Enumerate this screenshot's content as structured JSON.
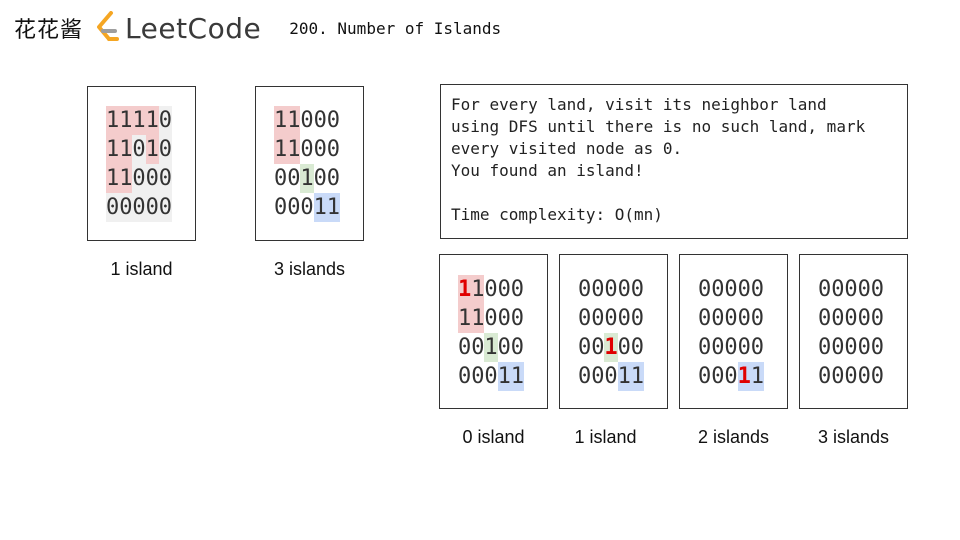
{
  "header": {
    "author": "花花酱",
    "logo_text": "LeetCode",
    "problem_title": "200. Number of Islands"
  },
  "explanation": [
    "For every land, visit its neighbor land",
    "using DFS until there is no such land, mark",
    "every visited node as 0.",
    "You found an island!",
    "",
    "Time complexity: O(mn)"
  ],
  "colors": {
    "island_1": "#f4cccc",
    "island_2": "#d9ead3",
    "island_3": "#c9daf8",
    "water_background": "#f0f0f0",
    "current_cell": "#e00000"
  },
  "examples": [
    {
      "caption": "1 island",
      "rows": [
        "11110",
        "11010",
        "11000",
        "00000"
      ],
      "shade": [
        [
          "red",
          "red",
          "red",
          "red",
          "gray"
        ],
        [
          "red",
          "red",
          "gray",
          "red",
          "gray"
        ],
        [
          "red",
          "red",
          "gray",
          "gray",
          "gray"
        ],
        [
          "gray",
          "gray",
          "gray",
          "gray",
          "gray"
        ]
      ],
      "highlight": []
    },
    {
      "caption": "3 islands",
      "rows": [
        "11000",
        "11000",
        "00100",
        "00011"
      ],
      "shade": [
        [
          "red",
          "red",
          "",
          "",
          ""
        ],
        [
          "red",
          "red",
          "",
          "",
          ""
        ],
        [
          "",
          "",
          "green",
          "",
          ""
        ],
        [
          "",
          "",
          "",
          "blue",
          "blue"
        ]
      ],
      "highlight": []
    }
  ],
  "steps": [
    {
      "caption": "0 island",
      "rows": [
        "11000",
        "11000",
        "00100",
        "00011"
      ],
      "shade": [
        [
          "red",
          "red",
          "",
          "",
          ""
        ],
        [
          "red",
          "red",
          "",
          "",
          ""
        ],
        [
          "",
          "",
          "green",
          "",
          ""
        ],
        [
          "",
          "",
          "",
          "blue",
          "blue"
        ]
      ],
      "highlight": [
        [
          0,
          0
        ]
      ]
    },
    {
      "caption": "1 island",
      "rows": [
        "00000",
        "00000",
        "00100",
        "00011"
      ],
      "shade": [
        [
          "",
          "",
          "",
          "",
          ""
        ],
        [
          "",
          "",
          "",
          "",
          ""
        ],
        [
          "",
          "",
          "green",
          "",
          ""
        ],
        [
          "",
          "",
          "",
          "blue",
          "blue"
        ]
      ],
      "highlight": [
        [
          2,
          2
        ]
      ]
    },
    {
      "caption": "2 islands",
      "rows": [
        "00000",
        "00000",
        "00000",
        "00011"
      ],
      "shade": [
        [
          "",
          "",
          "",
          "",
          ""
        ],
        [
          "",
          "",
          "",
          "",
          ""
        ],
        [
          "",
          "",
          "",
          "",
          ""
        ],
        [
          "",
          "",
          "",
          "blue",
          "blue"
        ]
      ],
      "highlight": [
        [
          3,
          3
        ]
      ]
    },
    {
      "caption": "3 islands",
      "rows": [
        "00000",
        "00000",
        "00000",
        "00000"
      ],
      "shade": [
        [
          "",
          "",
          "",
          "",
          ""
        ],
        [
          "",
          "",
          "",
          "",
          ""
        ],
        [
          "",
          "",
          "",
          "",
          ""
        ],
        [
          "",
          "",
          "",
          "",
          ""
        ]
      ],
      "highlight": []
    }
  ]
}
